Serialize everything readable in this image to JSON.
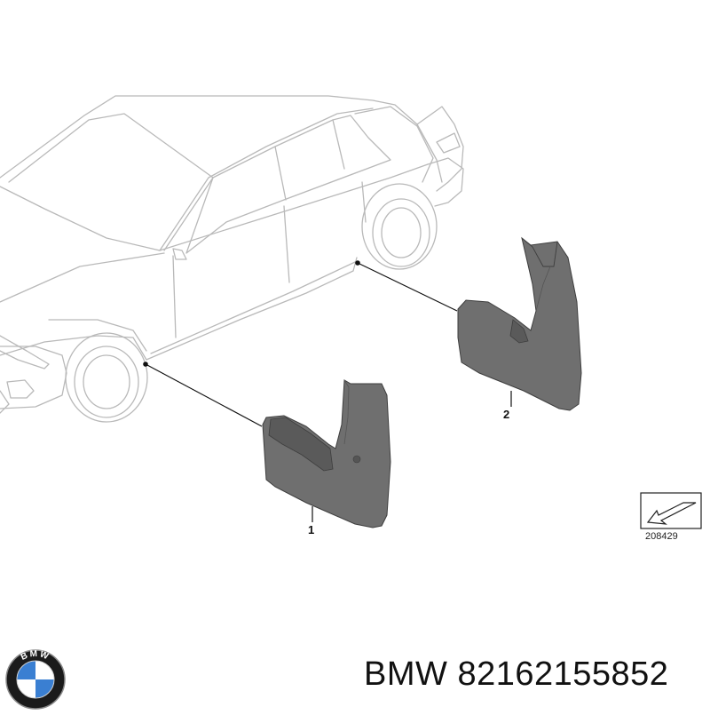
{
  "diagram": {
    "callouts": [
      {
        "number": "1"
      },
      {
        "number": "2"
      }
    ],
    "diagram_id": "208429"
  },
  "caption": {
    "brand": "BMW",
    "part_number": "82162155852"
  },
  "logo": {
    "letters": "BMW",
    "colors": {
      "ring": "#1b1b1b",
      "quadrant_blue": "#3a7fd2",
      "quadrant_white": "#ffffff"
    }
  },
  "colors": {
    "car_outline": "#b9b9b9",
    "part_fill": "#6f6f6f",
    "part_shade": "#5a5a5a",
    "leader_line": "#111111"
  }
}
